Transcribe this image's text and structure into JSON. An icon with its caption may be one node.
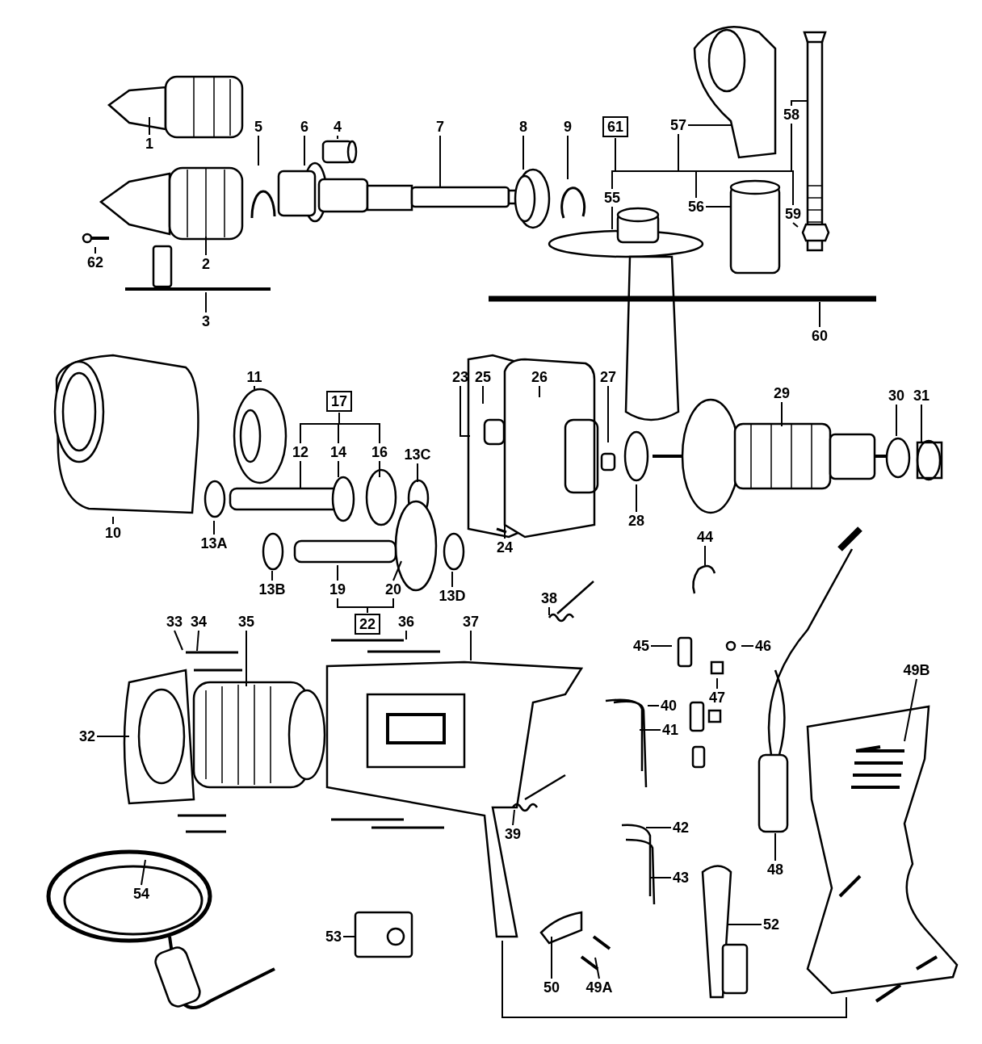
{
  "diagram": {
    "nodes": [
      {
        "text": [
          "1"
        ]
      },
      {
        "text": [
          "2"
        ]
      },
      {
        "text": [
          "3"
        ]
      },
      {
        "text": [
          "4"
        ]
      },
      {
        "text": [
          "5"
        ]
      },
      {
        "text": [
          "6"
        ]
      },
      {
        "text": [
          "7"
        ]
      },
      {
        "text": [
          "8"
        ]
      },
      {
        "text": [
          "9"
        ]
      },
      {
        "text": [
          "61"
        ]
      },
      {
        "text": [
          "57"
        ]
      },
      {
        "text": [
          "58"
        ]
      },
      {
        "text": [
          "55"
        ]
      },
      {
        "text": [
          "56"
        ]
      },
      {
        "text": [
          "59"
        ]
      },
      {
        "text": [
          "62"
        ]
      },
      {
        "text": [
          "60"
        ]
      },
      {
        "text": [
          "11"
        ]
      },
      {
        "text": [
          "17"
        ]
      },
      {
        "text": [
          "12"
        ]
      },
      {
        "text": [
          "14"
        ]
      },
      {
        "text": [
          "16"
        ]
      },
      {
        "text": [
          "13C"
        ]
      },
      {
        "text": [
          "23"
        ]
      },
      {
        "text": [
          "25"
        ]
      },
      {
        "text": [
          "26"
        ]
      },
      {
        "text": [
          "27"
        ]
      },
      {
        "text": [
          "29"
        ]
      },
      {
        "text": [
          "30"
        ]
      },
      {
        "text": [
          "31"
        ]
      },
      {
        "text": [
          "10"
        ]
      },
      {
        "text": [
          "13A"
        ]
      },
      {
        "text": [
          "28"
        ]
      },
      {
        "text": [
          "24"
        ]
      },
      {
        "text": [
          "13B"
        ]
      },
      {
        "text": [
          "19"
        ]
      },
      {
        "text": [
          "20"
        ]
      },
      {
        "text": [
          "13D"
        ]
      },
      {
        "text": [
          "22"
        ]
      },
      {
        "text": [
          "44"
        ]
      },
      {
        "text": [
          "38"
        ]
      },
      {
        "text": [
          "33"
        ]
      },
      {
        "text": [
          "34"
        ]
      },
      {
        "text": [
          "35"
        ]
      },
      {
        "text": [
          "36"
        ]
      },
      {
        "text": [
          "37"
        ]
      },
      {
        "text": [
          "45"
        ]
      },
      {
        "text": [
          "46"
        ]
      },
      {
        "text": [
          "47"
        ]
      },
      {
        "text": [
          "40"
        ]
      },
      {
        "text": [
          "41"
        ]
      },
      {
        "text": [
          "49B"
        ]
      },
      {
        "text": [
          "32"
        ]
      },
      {
        "text": [
          "42"
        ]
      },
      {
        "text": [
          "43"
        ]
      },
      {
        "text": [
          "48"
        ]
      },
      {
        "text": [
          "39"
        ]
      },
      {
        "text": [
          "54"
        ]
      },
      {
        "text": [
          "52"
        ]
      },
      {
        "text": [
          "53"
        ]
      },
      {
        "text": [
          "50"
        ]
      },
      {
        "text": [
          "49A"
        ]
      }
    ],
    "edges": [
      {
        "from": 0,
        "to": null,
        "arrow": "none"
      },
      {
        "from": 1,
        "to": null,
        "arrow": "none"
      },
      {
        "from": 2,
        "to": null,
        "arrow": "none"
      },
      {
        "from": 3,
        "to": null,
        "arrow": "none"
      },
      {
        "from": 4,
        "to": null,
        "arrow": "none"
      },
      {
        "from": 5,
        "to": null,
        "arrow": "none"
      },
      {
        "from": 6,
        "to": null,
        "arrow": "none"
      },
      {
        "from": 7,
        "to": null,
        "arrow": "none"
      },
      {
        "from": 8,
        "to": null,
        "arrow": "none"
      },
      {
        "from": 10,
        "to": null,
        "arrow": "none"
      },
      {
        "from": 11,
        "to": null,
        "arrow": "none"
      },
      {
        "from": 12,
        "to": null,
        "arrow": "none"
      },
      {
        "from": 13,
        "to": null,
        "arrow": "none"
      },
      {
        "from": 14,
        "to": null,
        "arrow": "none"
      },
      {
        "from": 15,
        "to": null,
        "arrow": "none"
      },
      {
        "from": 16,
        "to": null,
        "arrow": "none"
      },
      {
        "from": 17,
        "to": null,
        "arrow": "none"
      },
      {
        "from": 19,
        "to": null,
        "arrow": "none"
      },
      {
        "from": 20,
        "to": null,
        "arrow": "none"
      },
      {
        "from": 21,
        "to": null,
        "arrow": "none"
      },
      {
        "from": 22,
        "to": null,
        "arrow": "none"
      },
      {
        "from": 23,
        "to": null,
        "arrow": "none"
      },
      {
        "from": 24,
        "to": null,
        "arrow": "none"
      },
      {
        "from": 25,
        "to": null,
        "arrow": "none"
      },
      {
        "from": 26,
        "to": null,
        "arrow": "none"
      },
      {
        "from": 27,
        "to": null,
        "arrow": "none"
      },
      {
        "from": 28,
        "to": null,
        "arrow": "none"
      },
      {
        "from": 29,
        "to": null,
        "arrow": "none"
      },
      {
        "from": 30,
        "to": null,
        "arrow": "none"
      },
      {
        "from": 31,
        "to": null,
        "arrow": "none"
      },
      {
        "from": 32,
        "to": null,
        "arrow": "none"
      },
      {
        "from": 33,
        "to": null,
        "arrow": "none"
      },
      {
        "from": 34,
        "to": null,
        "arrow": "none"
      },
      {
        "from": 35,
        "to": null,
        "arrow": "none"
      },
      {
        "from": 36,
        "to": null,
        "arrow": "none"
      },
      {
        "from": 37,
        "to": null,
        "arrow": "none"
      },
      {
        "from": 39,
        "to": null,
        "arrow": "none"
      },
      {
        "from": 40,
        "to": null,
        "arrow": "none"
      },
      {
        "from": 41,
        "to": null,
        "arrow": "none"
      },
      {
        "from": 42,
        "to": null,
        "arrow": "none"
      },
      {
        "from": 43,
        "to": null,
        "arrow": "none"
      },
      {
        "from": 44,
        "to": null,
        "arrow": "none"
      },
      {
        "from": 45,
        "to": null,
        "arrow": "none"
      },
      {
        "from": 46,
        "to": null,
        "arrow": "none"
      },
      {
        "from": 47,
        "to": null,
        "arrow": "none"
      },
      {
        "from": 48,
        "to": null,
        "arrow": "none"
      },
      {
        "from": 49,
        "to": null,
        "arrow": "none"
      },
      {
        "from": 50,
        "to": null,
        "arrow": "none"
      },
      {
        "from": 51,
        "to": null,
        "arrow": "none"
      },
      {
        "from": 52,
        "to": null,
        "arrow": "none"
      },
      {
        "from": 53,
        "to": null,
        "arrow": "none"
      },
      {
        "from": 54,
        "to": null,
        "arrow": "none"
      },
      {
        "from": 55,
        "to": null,
        "arrow": "none"
      },
      {
        "from": 56,
        "to": null,
        "arrow": "none"
      },
      {
        "from": 57,
        "to": null,
        "arrow": "none"
      },
      {
        "from": 58,
        "to": null,
        "arrow": "none"
      },
      {
        "from": 59,
        "to": null,
        "arrow": "none"
      },
      {
        "from": 60,
        "to": null,
        "arrow": "none"
      },
      {
        "from": 61,
        "to": null,
        "arrow": "none"
      },
      {
        "from": 9,
        "to": 12,
        "arrow": "none"
      },
      {
        "from": 9,
        "to": 10,
        "arrow": "none"
      },
      {
        "from": 9,
        "to": 13,
        "arrow": "none"
      },
      {
        "from": 9,
        "to": 11,
        "arrow": "none"
      },
      {
        "from": 9,
        "to": 14,
        "arrow": "none"
      },
      {
        "from": 18,
        "to": 19,
        "arrow": "none"
      },
      {
        "from": 18,
        "to": 20,
        "arrow": "none"
      },
      {
        "from": 18,
        "to": 21,
        "arrow": "none"
      },
      {
        "from": 38,
        "to": 35,
        "arrow": "none"
      },
      {
        "from": 38,
        "to": 36,
        "arrow": "none"
      }
    ]
  }
}
